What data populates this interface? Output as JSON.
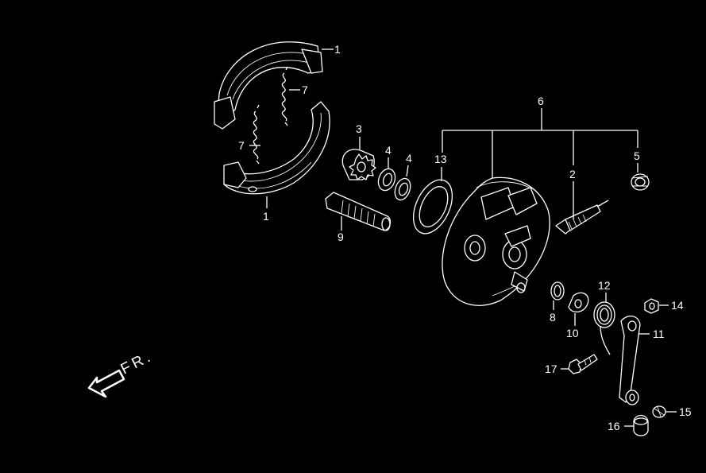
{
  "colors": {
    "background": "#000000",
    "line": "#ffffff"
  },
  "direction_label": "FR.",
  "parts": [
    {
      "id": "shoe-top",
      "number": "1"
    },
    {
      "id": "shoe-bottom",
      "number": "1"
    },
    {
      "id": "spring-upper",
      "number": "7"
    },
    {
      "id": "spring-lower",
      "number": "7"
    },
    {
      "id": "gear",
      "number": "3"
    },
    {
      "id": "washer-a",
      "number": "4"
    },
    {
      "id": "washer-b",
      "number": "4"
    },
    {
      "id": "seal",
      "number": "13"
    },
    {
      "id": "panel-assembly",
      "number": "6"
    },
    {
      "id": "shaft",
      "number": "2"
    },
    {
      "id": "bushing",
      "number": "5"
    },
    {
      "id": "camshaft",
      "number": "9"
    },
    {
      "id": "ring",
      "number": "8"
    },
    {
      "id": "indicator",
      "number": "10"
    },
    {
      "id": "return-spring",
      "number": "12"
    },
    {
      "id": "nut",
      "number": "14"
    },
    {
      "id": "arm",
      "number": "11"
    },
    {
      "id": "bolt",
      "number": "17"
    },
    {
      "id": "pin",
      "number": "15"
    },
    {
      "id": "adjust-nut",
      "number": "16"
    }
  ]
}
